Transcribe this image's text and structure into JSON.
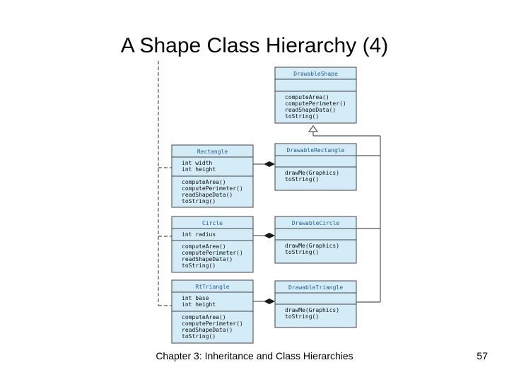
{
  "title": "A Shape Class Hierarchy (4)",
  "footer": {
    "chapter": "Chapter 3: Inheritance and Class Hierarchies",
    "page_number": "57"
  },
  "colors": {
    "box_fill": "#d4ebf8",
    "box_border": "#444444",
    "class_name": "#1f5e9a",
    "line": "#555555"
  },
  "classes": {
    "drawable_shape": {
      "name": "DrawableShape",
      "fields": [],
      "methods": [
        "computeArea()",
        "computePerimeter()",
        "readShapeData()",
        "toString()"
      ]
    },
    "drawable_rectangle": {
      "name": "DrawableRectangle",
      "fields": [],
      "methods": [
        "drawMe(Graphics)",
        "toString()"
      ]
    },
    "drawable_circle": {
      "name": "DrawableCircle",
      "fields": [],
      "methods": [
        "drawMe(Graphics)",
        "toString()"
      ]
    },
    "drawable_triangle": {
      "name": "DrawableTriangle",
      "fields": [],
      "methods": [
        "drawMe(Graphics)",
        "toString()"
      ]
    },
    "rectangle": {
      "name": "Rectangle",
      "fields": [
        "int width",
        "int height"
      ],
      "methods": [
        "computeArea()",
        "computePerimeter()",
        "readShapeData()",
        "toString()"
      ]
    },
    "circle": {
      "name": "Circle",
      "fields": [
        "int radius"
      ],
      "methods": [
        "computeArea()",
        "computePerimeter()",
        "readShapeData()",
        "toString()"
      ]
    },
    "rt_triangle": {
      "name": "RtTriangle",
      "fields": [
        "int base",
        "int height"
      ],
      "methods": [
        "computeArea()",
        "computePerimeter()",
        "readShapeData()",
        "toString()"
      ]
    }
  }
}
